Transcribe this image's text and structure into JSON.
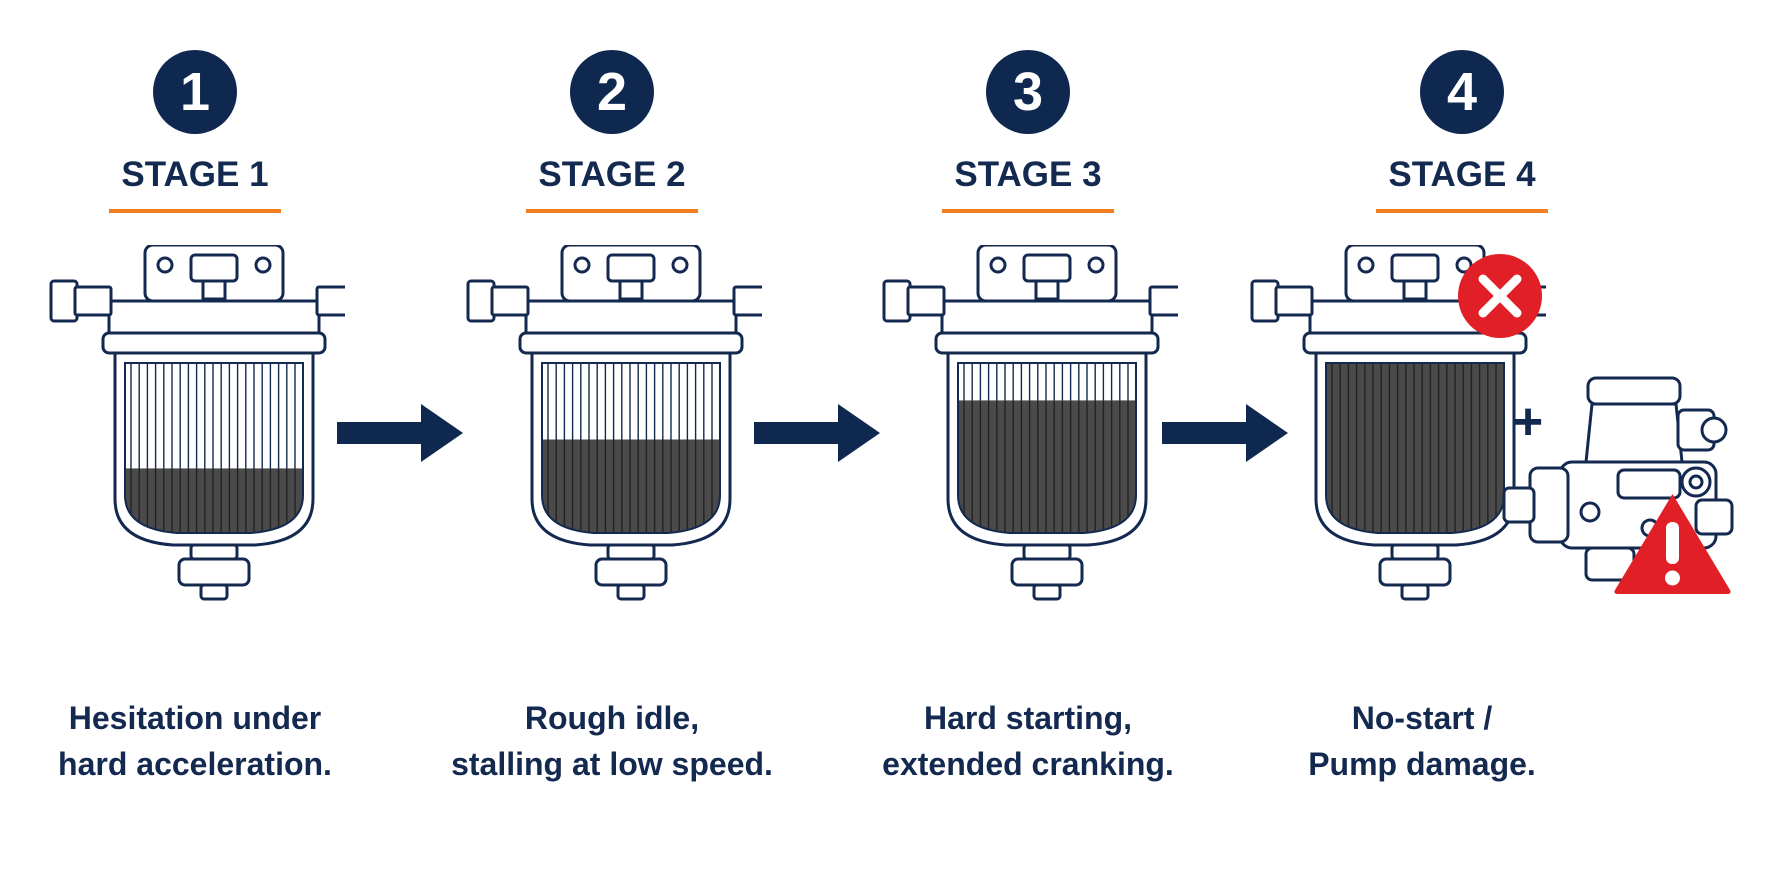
{
  "colors": {
    "navy": "#13294f",
    "badge": "#0f2850",
    "accent": "#f07f1f",
    "sediment": "#4a4a4a",
    "danger": "#e11f26"
  },
  "stages": [
    {
      "number": "1",
      "title": "STAGE 1",
      "caption": [
        "Hesitation under",
        "hard acceleration."
      ],
      "fill": 0.38
    },
    {
      "number": "2",
      "title": "STAGE 2",
      "caption": [
        "Rough idle,",
        "stalling at low speed."
      ],
      "fill": 0.55
    },
    {
      "number": "3",
      "title": "STAGE 3",
      "caption": [
        "Hard starting,",
        "extended cranking."
      ],
      "fill": 0.78
    },
    {
      "number": "4",
      "title": "STAGE 4",
      "caption": [
        "No-start /",
        "Pump damage."
      ],
      "fill": 1.0
    }
  ],
  "icons": {
    "flow": "right-arrow-icon",
    "fail": "x-circle-icon",
    "plus": "+",
    "pump": "fuel-pump-icon",
    "warning": "warning-triangle-icon"
  }
}
